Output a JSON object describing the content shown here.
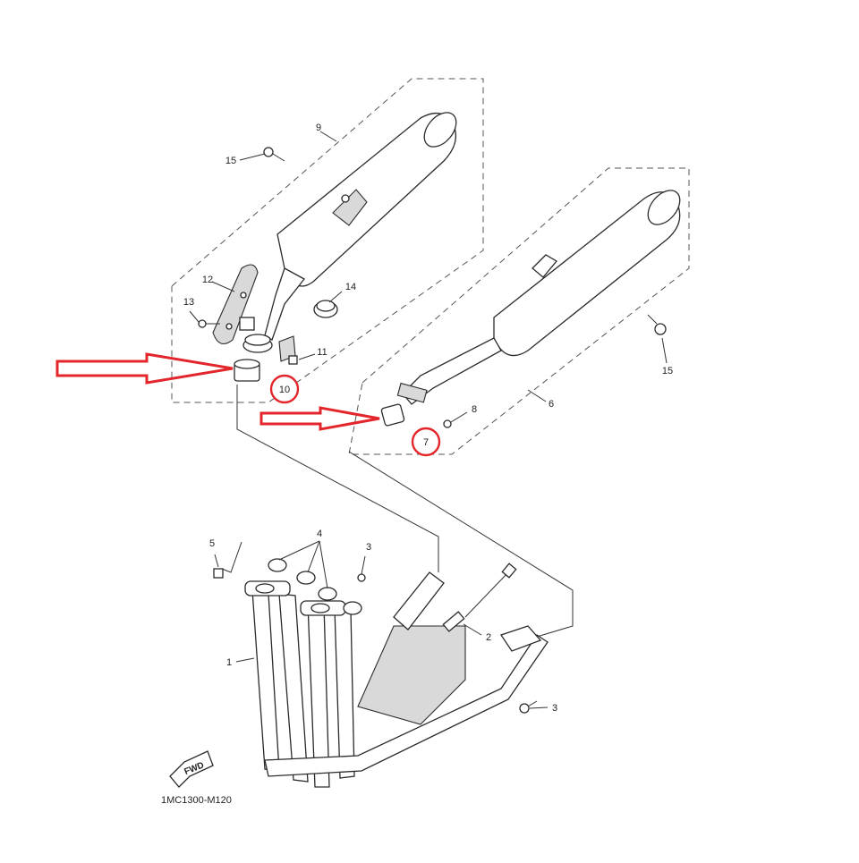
{
  "diagram": {
    "callouts": {
      "n1": "1",
      "n2": "2",
      "n3a": "3",
      "n3b": "3",
      "n4": "4",
      "n5": "5",
      "n6": "6",
      "n7": "7",
      "n8": "8",
      "n9": "9",
      "n10": "10",
      "n11": "11",
      "n12": "12",
      "n13": "13",
      "n14": "14",
      "n15a": "15",
      "n15b": "15"
    },
    "fwd_label": "FWD",
    "drawing_code": "1MC1300-M120",
    "highlight_color": "#e3262b",
    "line_color": "#2a2a2a"
  }
}
